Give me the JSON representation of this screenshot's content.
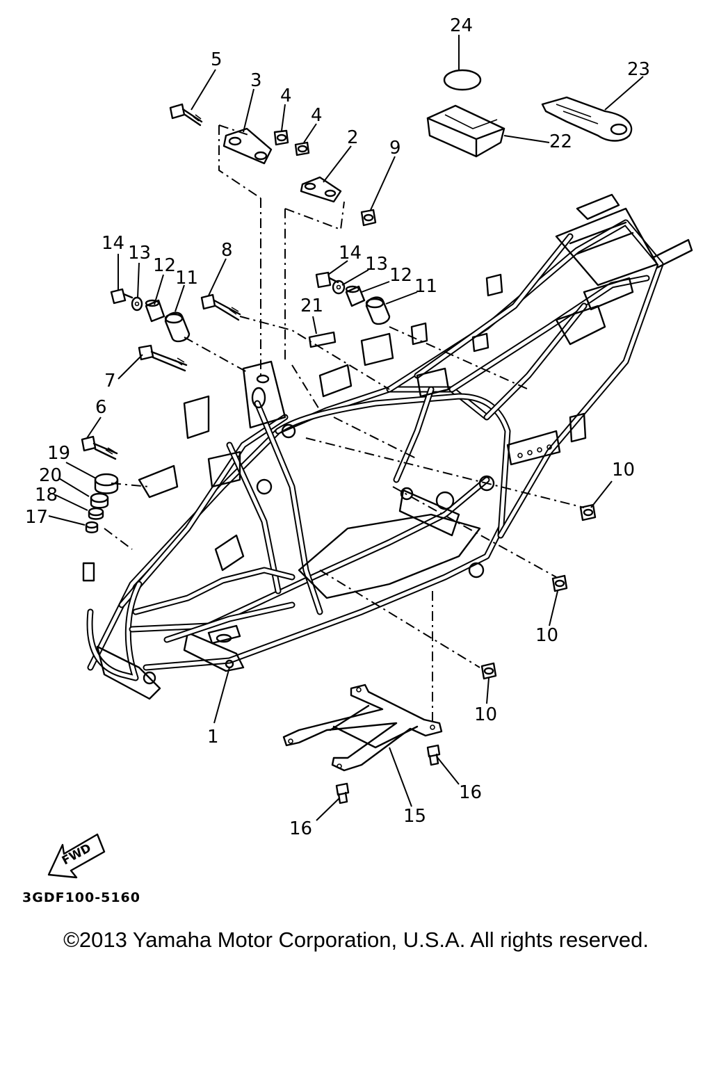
{
  "diagram": {
    "code": "3GDF100-5160",
    "copyright": "©2013 Yamaha Motor Corporation, U.S.A. All rights reserved.",
    "fwd_label": "FWD",
    "callouts": [
      {
        "id": "c1",
        "label": "1"
      },
      {
        "id": "c2",
        "label": "2"
      },
      {
        "id": "c3",
        "label": "3"
      },
      {
        "id": "c4a",
        "label": "4"
      },
      {
        "id": "c4b",
        "label": "4"
      },
      {
        "id": "c5",
        "label": "5"
      },
      {
        "id": "c6",
        "label": "6"
      },
      {
        "id": "c7",
        "label": "7"
      },
      {
        "id": "c8",
        "label": "8"
      },
      {
        "id": "c9",
        "label": "9"
      },
      {
        "id": "c10a",
        "label": "10"
      },
      {
        "id": "c10b",
        "label": "10"
      },
      {
        "id": "c10c",
        "label": "10"
      },
      {
        "id": "c11a",
        "label": "11"
      },
      {
        "id": "c11b",
        "label": "11"
      },
      {
        "id": "c12a",
        "label": "12"
      },
      {
        "id": "c12b",
        "label": "12"
      },
      {
        "id": "c13a",
        "label": "13"
      },
      {
        "id": "c13b",
        "label": "13"
      },
      {
        "id": "c14a",
        "label": "14"
      },
      {
        "id": "c14b",
        "label": "14"
      },
      {
        "id": "c15",
        "label": "15"
      },
      {
        "id": "c16a",
        "label": "16"
      },
      {
        "id": "c16b",
        "label": "16"
      },
      {
        "id": "c17",
        "label": "17"
      },
      {
        "id": "c18",
        "label": "18"
      },
      {
        "id": "c19",
        "label": "19"
      },
      {
        "id": "c20",
        "label": "20"
      },
      {
        "id": "c21",
        "label": "21"
      },
      {
        "id": "c22",
        "label": "22"
      },
      {
        "id": "c23",
        "label": "23"
      },
      {
        "id": "c24",
        "label": "24"
      }
    ]
  }
}
